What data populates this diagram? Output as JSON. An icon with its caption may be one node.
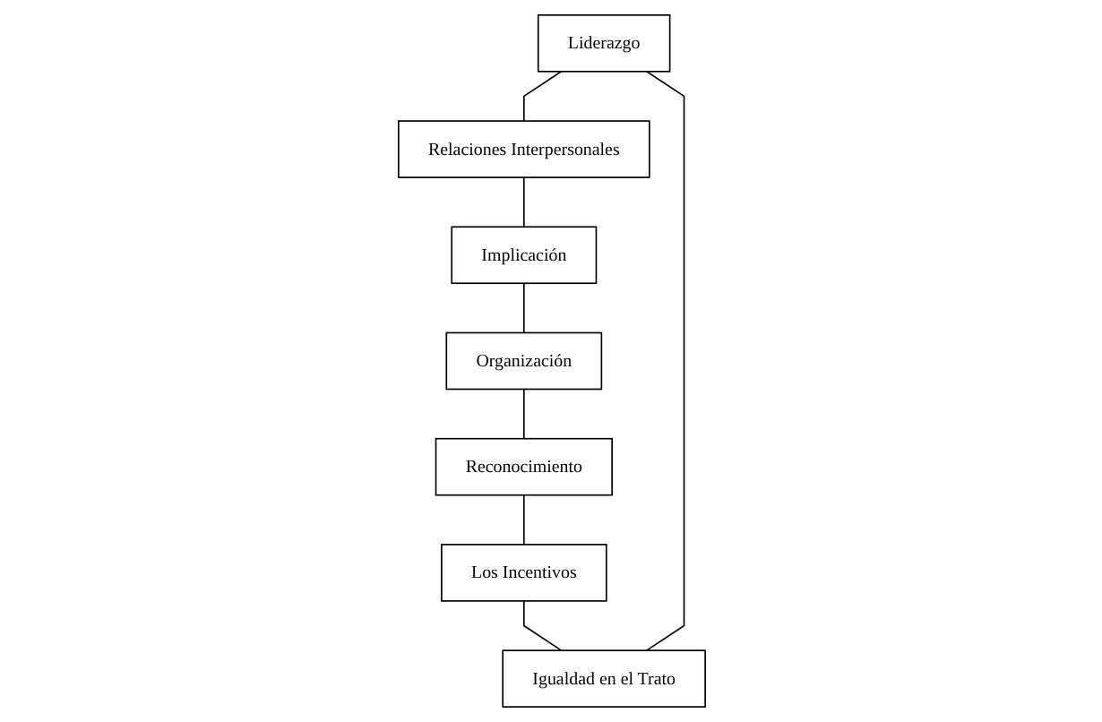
{
  "diagram": {
    "nodes": [
      {
        "text": [
          "Liderazgo"
        ]
      },
      {
        "text": [
          "Relaciones Interpersonales"
        ]
      },
      {
        "text": [
          "Implicación"
        ]
      },
      {
        "text": [
          "Organización"
        ]
      },
      {
        "text": [
          "Reconocimiento"
        ]
      },
      {
        "text": [
          "Los Incentivos"
        ]
      },
      {
        "text": [
          "Igualdad en el Trato"
        ]
      }
    ],
    "edges": [
      {
        "from": 0,
        "to": 1,
        "arrow": "none"
      },
      {
        "from": 1,
        "to": 2,
        "arrow": "none"
      },
      {
        "from": 2,
        "to": 3,
        "arrow": "none"
      },
      {
        "from": 3,
        "to": 4,
        "arrow": "none"
      },
      {
        "from": 4,
        "to": 5,
        "arrow": "none"
      },
      {
        "from": 5,
        "to": 6,
        "arrow": "none"
      },
      {
        "from": 6,
        "to": 0,
        "arrow": "none"
      }
    ]
  }
}
